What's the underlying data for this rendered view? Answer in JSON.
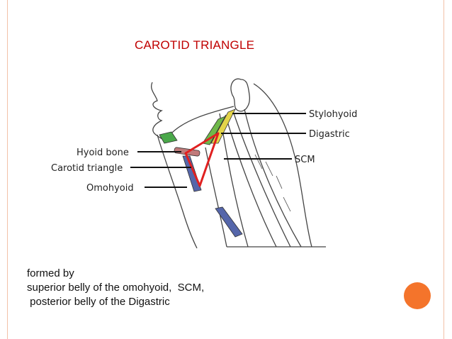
{
  "slide": {
    "title": "CAROTID TRIANGLE",
    "caption_lines": [
      "formed by",
      "superior belly of the omohyoid,  SCM,",
      " posterior belly of the Digastric"
    ]
  },
  "figure": {
    "labels": {
      "stylohyoid": "Stylohyoid",
      "digastric": "Digastric",
      "scm": "SCM",
      "hyoid_bone": "Hyoid bone",
      "carotid_triangle": "Carotid triangle",
      "omohyoid": "Omohyoid"
    }
  },
  "colors": {
    "title": "#c00000",
    "triangle": "#e02020",
    "stylohyoid": "#e3d44a",
    "digastric": "#4aa84a",
    "omohyoid": "#5566aa",
    "hyoid": "#c07a7a",
    "accent_dot": "#f4742b",
    "border": "#f2c1a8"
  }
}
